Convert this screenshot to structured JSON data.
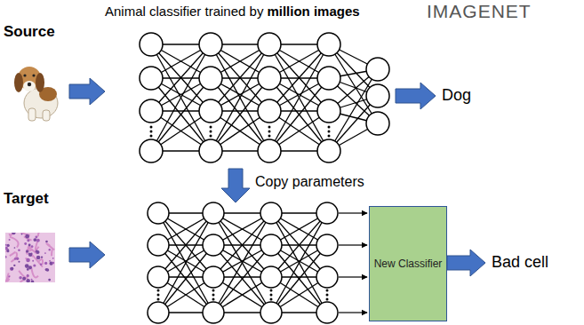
{
  "diagram": {
    "nodes": [
      {
        "text": [
          "New Classifier"
        ]
      }
    ],
    "labels": [
      "Animal classifier trained by",
      "million images",
      "IMAGENET",
      "Source",
      "Target",
      "Dog",
      "Copy parameters",
      "Bad cell"
    ]
  }
}
